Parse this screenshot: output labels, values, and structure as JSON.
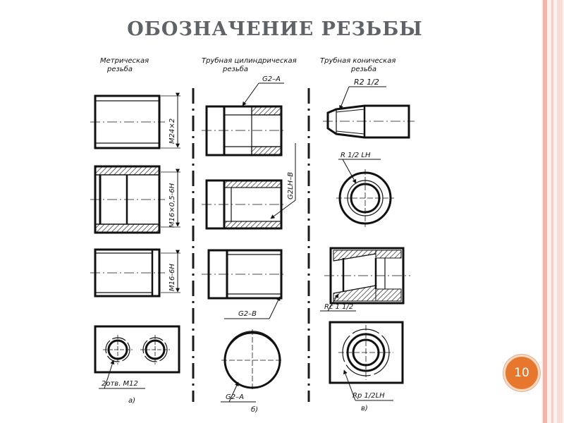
{
  "slide": {
    "title": "ОБОЗНАЧЕНИЕ РЕЗЬБЫ",
    "page_number": "10",
    "accent_color": "#e8772e"
  },
  "columns": [
    {
      "header_line1": "Метрическая",
      "header_line2": "резьба",
      "letter": "а)"
    },
    {
      "header_line1": "Трубная цилиндрическая",
      "header_line2": "резьба",
      "letter": "б)"
    },
    {
      "header_line1": "Трубная  коническая",
      "header_line2": "резьба",
      "letter": "в)"
    }
  ],
  "labels": {
    "m24": "M24×2",
    "m16_fine": "M16×0,5-6H",
    "m16": "M16-6H",
    "two_holes": "2отв. M12",
    "g2a_top": "G2–A",
    "g2lhb": "G2LH–B",
    "g2b": "G2–B",
    "g2a_bottom": "G2–A",
    "r2": "R2 1/2",
    "r_lh": "R 1/2 LH",
    "rc": "Rc 1 1/2",
    "rp_lh": "Rp 1/2LH"
  }
}
